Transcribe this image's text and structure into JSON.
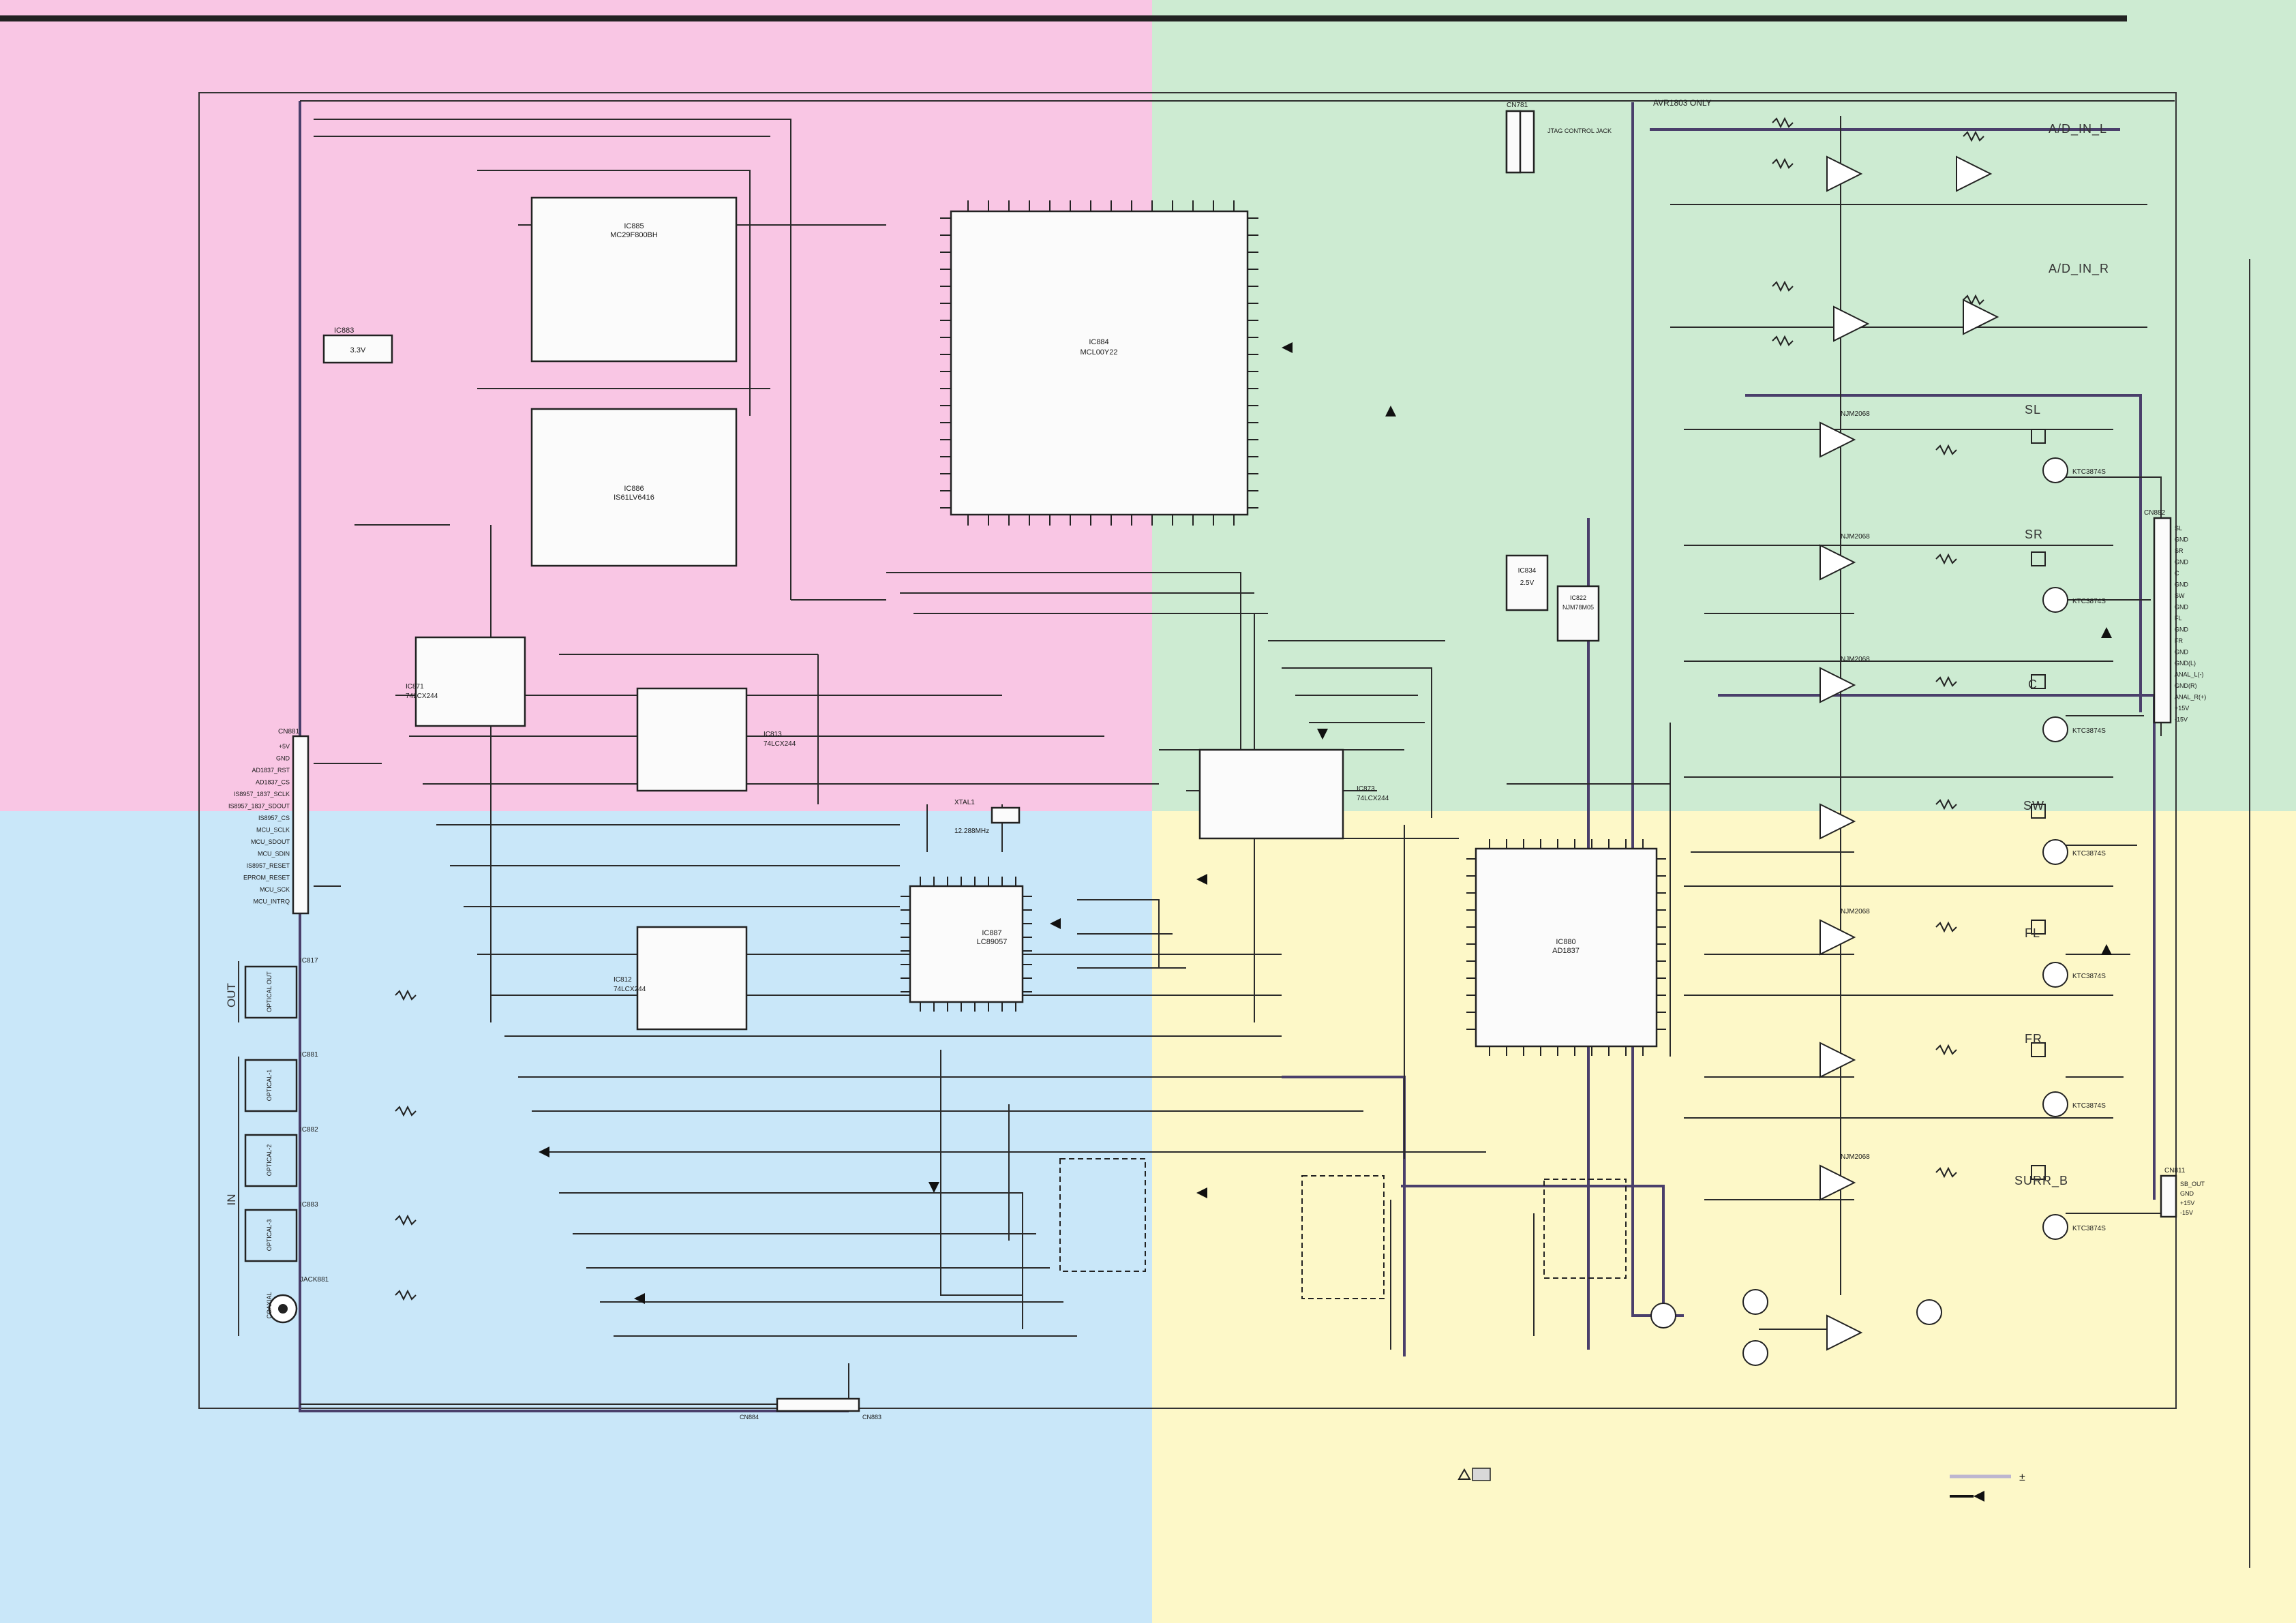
{
  "colors": {
    "top_left": "#f9c6e4",
    "top_right": "#cdebd2",
    "bottom_left": "#c9e7f9",
    "bottom_right": "#fdf8c8",
    "wire": "#2a2a2a",
    "bus": "#4a3f6b"
  },
  "header_note": "AVR1803 ONLY",
  "chips": {
    "ic884": {
      "ref": "IC884",
      "part": "MCL00Y22"
    },
    "ic886": {
      "ref": "IC886",
      "part": "IS61LV6416"
    },
    "ic885": {
      "ref": "IC885",
      "part": "MC29F800BH"
    },
    "ic887": {
      "ref": "IC887",
      "part": "LC89057"
    },
    "ic880": {
      "ref": "IC880",
      "part": "AD1837"
    },
    "ic883": {
      "ref": "IC883",
      "part": "3.3V"
    },
    "ic834": {
      "ref": "IC834",
      "part": "2.5V"
    },
    "ic822": {
      "ref": "IC822",
      "part": "NJM78M05"
    },
    "ic871": {
      "ref": "IC871",
      "part": "74LCX244"
    },
    "ic812": {
      "ref": "IC812",
      "part": "74LCX244"
    },
    "ic813": {
      "ref": "IC813",
      "part": "74LCX244"
    },
    "ic873": {
      "ref": "IC873",
      "part": "74LCX244"
    }
  },
  "sections": {
    "ad_in_l": "A/D_IN_L",
    "ad_in_r": "A/D_IN_R",
    "sl": "SL",
    "sr": "SR",
    "c": "C",
    "sw": "SW",
    "fl": "FL",
    "fr": "FR",
    "surr_b": "SURR_B"
  },
  "left_side": {
    "out": "OUT",
    "in": "IN",
    "cn881": "CN881",
    "ic817": "IC817",
    "ic881": "IC881",
    "ic882": "IC882",
    "ic883b": "IC883",
    "jack881": "JACK881",
    "coaxial": "COAXIAL",
    "optical_out": "OPTICAL OUT",
    "optical_1": "OPTICAL-1",
    "optical_2": "OPTICAL-2",
    "optical_3": "OPTICAL-3"
  },
  "connectors": {
    "cn781": "CN781",
    "jtag": "JTAG CONTROL JACK",
    "cn884": "CN884",
    "cn883": "CN883",
    "cn882": "CN882",
    "cn811": "CN811",
    "xtal": "XTAL1",
    "xtal_freq": "12.288MHz"
  },
  "right_pins": [
    "SL",
    "GND",
    "SR",
    "GND",
    "C",
    "GND",
    "SW",
    "GND",
    "FL",
    "GND",
    "FR",
    "GND",
    "GND(L)",
    "ANAL_L(-)",
    "GND(R)",
    "ANAL_R(+)",
    "+15V",
    "-15V"
  ],
  "sb_pins": [
    "SB_OUT",
    "GND",
    "+15V",
    "-15V"
  ],
  "left_pins": [
    "+5V",
    "GND",
    "AD1837_RST",
    "AD1837_CS",
    "IS8957_1837_SCLK",
    "IS8957_1837_SDOUT",
    "IS8957_CS",
    "MCU_SCLK",
    "MCU_SDOUT",
    "MCU_SDIN",
    "IS8957_RESET",
    "EPROM_RESET",
    "MCU_SCK",
    "MCU_INTRQ"
  ],
  "transistors": {
    "part": "KTC3874S"
  },
  "opamp": {
    "part": "NJM2068"
  },
  "legend_plusminus": "±"
}
